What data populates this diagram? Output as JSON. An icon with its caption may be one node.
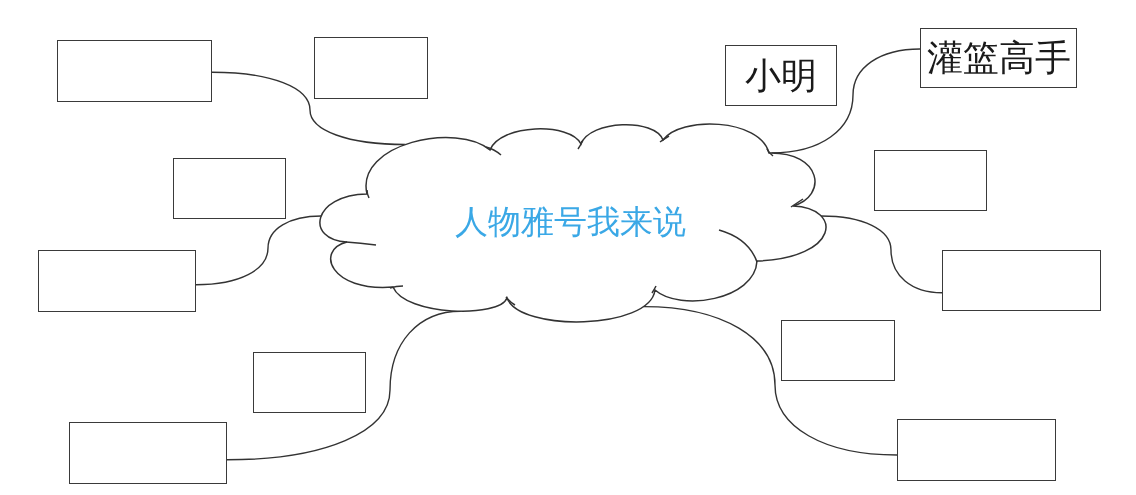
{
  "diagram": {
    "nodes": [
      {
        "text": [],
        "shape": "box"
      },
      {
        "text": [],
        "shape": "box"
      },
      {
        "text": [
          "小明"
        ]
      },
      {
        "text": [
          "灌篮高手"
        ]
      },
      {
        "text": [
          "人物雅号我来说"
        ]
      },
      {
        "text": [],
        "shape": "box"
      },
      {
        "text": [],
        "shape": "box"
      },
      {
        "text": [],
        "shape": "box"
      },
      {
        "text": [],
        "shape": "box"
      },
      {
        "text": [],
        "shape": "box"
      },
      {
        "text": [],
        "shape": "box"
      },
      {
        "text": [],
        "shape": "box"
      },
      {
        "text": [],
        "shape": "box"
      }
    ],
    "edges": [
      {
        "from": 4,
        "to": 0,
        "arrow": "none"
      },
      {
        "from": 4,
        "to": 3,
        "arrow": "none"
      },
      {
        "from": 4,
        "to": 7,
        "arrow": "none"
      },
      {
        "from": 4,
        "to": 8,
        "arrow": "none"
      },
      {
        "from": 4,
        "to": 11,
        "arrow": "none"
      },
      {
        "from": 4,
        "to": 12,
        "arrow": "none"
      }
    ]
  }
}
